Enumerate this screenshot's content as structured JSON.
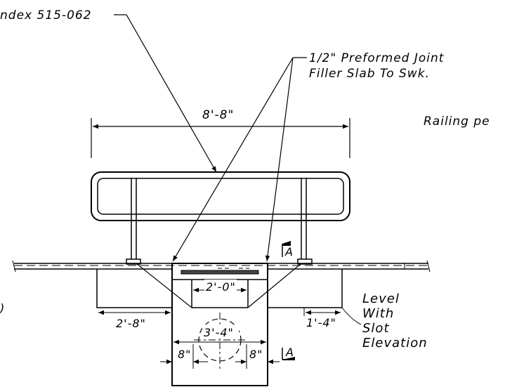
{
  "labels": {
    "index_ref": "ndex 515-062",
    "joint_filler_line1": "1/2\" Preformed Joint",
    "joint_filler_line2": "Filler Slab To Swk.",
    "railing": "Railing pe",
    "paren": ")",
    "level_line1": "Level",
    "level_line2": "With",
    "level_line3": "Slot",
    "level_line4": "Elevation",
    "section_mark": "A"
  },
  "dimensions": {
    "overall_width": "8'-8\"",
    "slot_width": "2'-0\"",
    "left_pad": "2'-8\"",
    "right_pad": "1'-4\"",
    "box_width": "3'-4\"",
    "left_wall": "8\"",
    "right_wall": "8\""
  }
}
